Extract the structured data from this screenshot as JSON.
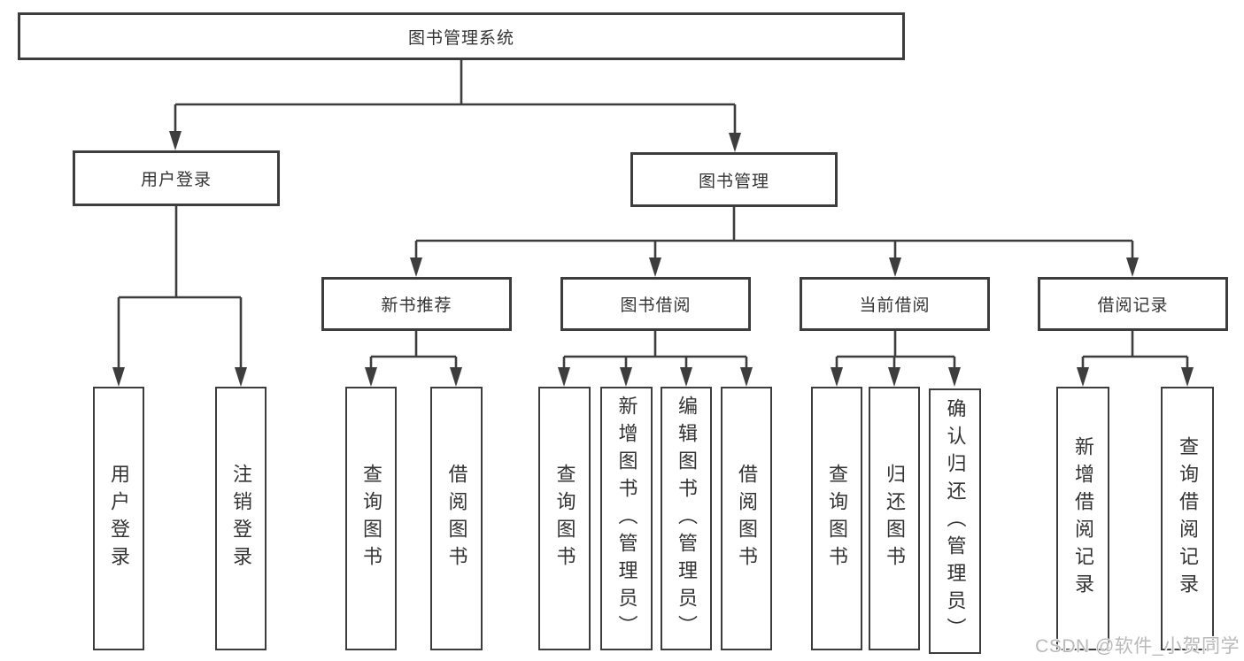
{
  "tree": {
    "label": "图书管理系统",
    "children": [
      {
        "label": "用户登录",
        "children": [
          {
            "label": "用户登录"
          },
          {
            "label": "注销登录"
          }
        ]
      },
      {
        "label": "图书管理",
        "children": [
          {
            "label": "新书推荐",
            "children": [
              {
                "label": "查询图书"
              },
              {
                "label": "借阅图书"
              }
            ]
          },
          {
            "label": "图书借阅",
            "children": [
              {
                "label": "查询图书"
              },
              {
                "label": "新增图书（管理员）"
              },
              {
                "label": "编辑图书（管理员）"
              },
              {
                "label": "借阅图书"
              }
            ]
          },
          {
            "label": "当前借阅",
            "children": [
              {
                "label": "查询图书"
              },
              {
                "label": "归还图书"
              },
              {
                "label": "确认归还（管理员）"
              }
            ]
          },
          {
            "label": "借阅记录",
            "children": [
              {
                "label": "新增借阅记录"
              },
              {
                "label": "查询借阅记录"
              }
            ]
          }
        ]
      }
    ]
  },
  "watermark": {
    "text": "CSDN @软件_小贺同学"
  },
  "colors": {
    "line": "#3d3d3d",
    "text": "#333333",
    "watermark": "#b9b9b9",
    "background": "#ffffff"
  }
}
